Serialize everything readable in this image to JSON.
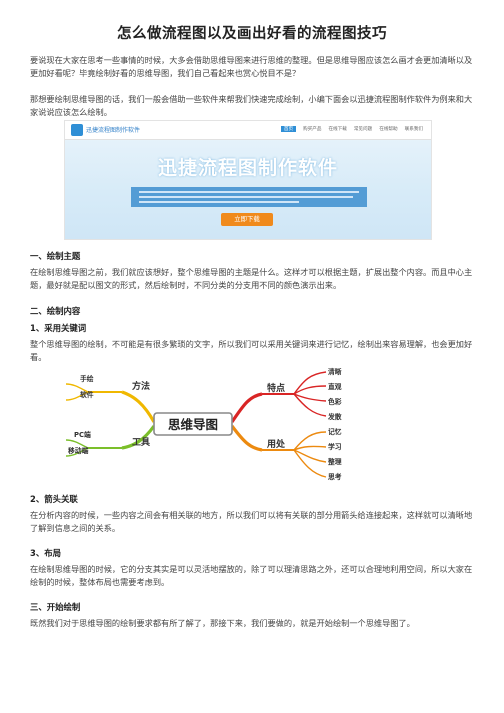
{
  "title": "怎么做流程图以及画出好看的流程图技巧",
  "paragraphs": {
    "intro1": "要说现在大家在思考一些事情的时候，大多会借助思维导图来进行思维的整理。但是思维导图应该怎么画才会更加清晰以及更加好看呢？毕竟绘制好看的思维导图，我们自己看起来也赏心悦目不是？",
    "intro2": "那想要绘制思维导图的话，我们一般会借助一些软件来帮我们快速完成绘制，小编下面会以迅捷流程图制作软件为例来和大家说说应该怎么绘制。",
    "s1": "在绘制思维导图之前，我们就应该想好，整个思维导图的主题是什么。这样才可以根据主题，扩展出整个内容。而且中心主题，最好就是配以图文的形式，然后绘制时，不同分类的分支用不同的颜色演示出来。",
    "s2_1": "整个思维导图的绘制，不可能是有很多繁琐的文字，所以我们可以采用关键词来进行记忆，绘制出来容易理解，也会更加好看。",
    "s2_2": "在分析内容的时候，一些内容之间会有相关联的地方，所以我们可以将有关联的部分用箭头给连接起来，这样就可以清晰地了解到信息之间的关系。",
    "s3": "在绘制思维导图的时候，它的分支其实是可以灵活地摆放的，除了可以理清思路之外，还可以合理地利用空间，所以大家在绘制的时候，整体布局也需要考虑到。",
    "s4": "既然我们对于思维导图的绘制要求都有所了解了，那接下来，我们要做的，就是开始绘制一个思维导图了。"
  },
  "headings": {
    "h1": "一、绘制主题",
    "h2": "二、绘制内容",
    "h2_1": "1、采用关键词",
    "h2_2": "2、箭头关联",
    "h2_3": "3、布局",
    "h3": "三、开始绘制"
  },
  "banner": {
    "logo_text": "迅捷流程图制作软件",
    "nav": [
      "首页",
      "购买产品",
      "在线下载",
      "常见问题",
      "在线帮助",
      "联系我们"
    ],
    "title": "迅捷流程图制作软件",
    "button": "立即下载"
  },
  "mindmap": {
    "center": "思维导图",
    "left": [
      {
        "label": "方法",
        "children": [
          "手绘",
          "软件"
        ]
      },
      {
        "label": "工具",
        "children": [
          "PC端",
          "移动端"
        ]
      }
    ],
    "right": [
      {
        "label": "特点",
        "children": [
          "清晰",
          "直观",
          "色彩",
          "发散"
        ]
      },
      {
        "label": "用处",
        "children": [
          "记忆",
          "学习",
          "整理",
          "思考"
        ]
      }
    ]
  },
  "colors": {
    "center_border": "#888888",
    "left_branch": "#7bbf2a",
    "left_top": "#f0b800",
    "right_top": "#d92525",
    "right_bottom": "#ec8a10"
  }
}
